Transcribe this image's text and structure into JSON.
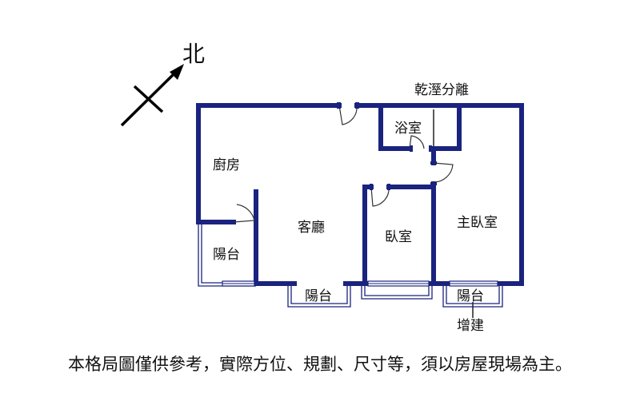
{
  "compass": {
    "label": "北"
  },
  "colors": {
    "wall": "#1a237e",
    "balcony": "#1a237e",
    "text": "#111111",
    "background": "#ffffff"
  },
  "rooms": {
    "kitchen": "廚房",
    "balcony_left": "陽台",
    "living_room": "客廳",
    "bathroom": "浴室",
    "wet_dry": "乾溼分離",
    "bedroom": "臥室",
    "master_bedroom": "主臥室",
    "balcony_center": "陽台",
    "balcony_right": "陽台",
    "addition": "增建"
  },
  "disclaimer": "本格局圖僅供參考，實際方位、規劃、尺寸等，須以房屋現場為主。"
}
